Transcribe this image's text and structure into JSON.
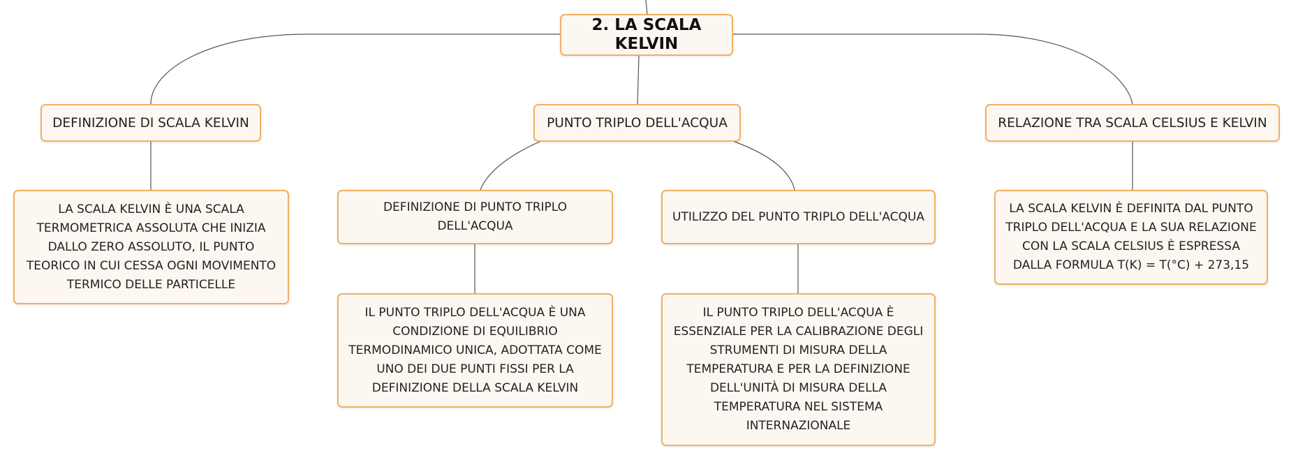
{
  "colors": {
    "node_border": "#f2b063",
    "node_fill": "#fdf7f1",
    "connector": "#555555",
    "text": "#222222"
  },
  "root": {
    "label": "2. LA SCALA KELVIN"
  },
  "branches": [
    {
      "label": "DEFINIZIONE DI SCALA KELVIN",
      "children": [
        {
          "label": "LA SCALA KELVIN È UNA SCALA TERMOMETRICA ASSOLUTA CHE INIZIA DALLO ZERO ASSOLUTO, IL PUNTO TEORICO IN CUI CESSA OGNI MOVIMENTO TERMICO DELLE PARTICELLE"
        }
      ]
    },
    {
      "label": "PUNTO TRIPLO DELL'ACQUA",
      "children": [
        {
          "label": "DEFINIZIONE DI PUNTO TRIPLO DELL'ACQUA",
          "children": [
            {
              "label": "IL PUNTO TRIPLO DELL'ACQUA È UNA CONDIZIONE DI EQUILIBRIO TERMODINAMICO UNICA, ADOTTATA COME UNO DEI DUE PUNTI FISSI PER LA DEFINIZIONE DELLA SCALA KELVIN"
            }
          ]
        },
        {
          "label": "UTILIZZO DEL PUNTO TRIPLO DELL'ACQUA",
          "children": [
            {
              "label": "IL PUNTO TRIPLO DELL'ACQUA È ESSENZIALE PER LA CALIBRAZIONE DEGLI STRUMENTI DI MISURA DELLA TEMPERATURA E PER LA DEFINIZIONE DELL'UNITÀ DI MISURA DELLA TEMPERATURA NEL SISTEMA INTERNAZIONALE"
            }
          ]
        }
      ]
    },
    {
      "label": "RELAZIONE TRA SCALA CELSIUS E KELVIN",
      "children": [
        {
          "label": "LA SCALA KELVIN È DEFINITA DAL PUNTO TRIPLO DELL'ACQUA E LA SUA RELAZIONE CON LA SCALA CELSIUS È ESPRESSA DALLA FORMULA T(K) = T(°C) + 273,15"
        }
      ]
    }
  ]
}
